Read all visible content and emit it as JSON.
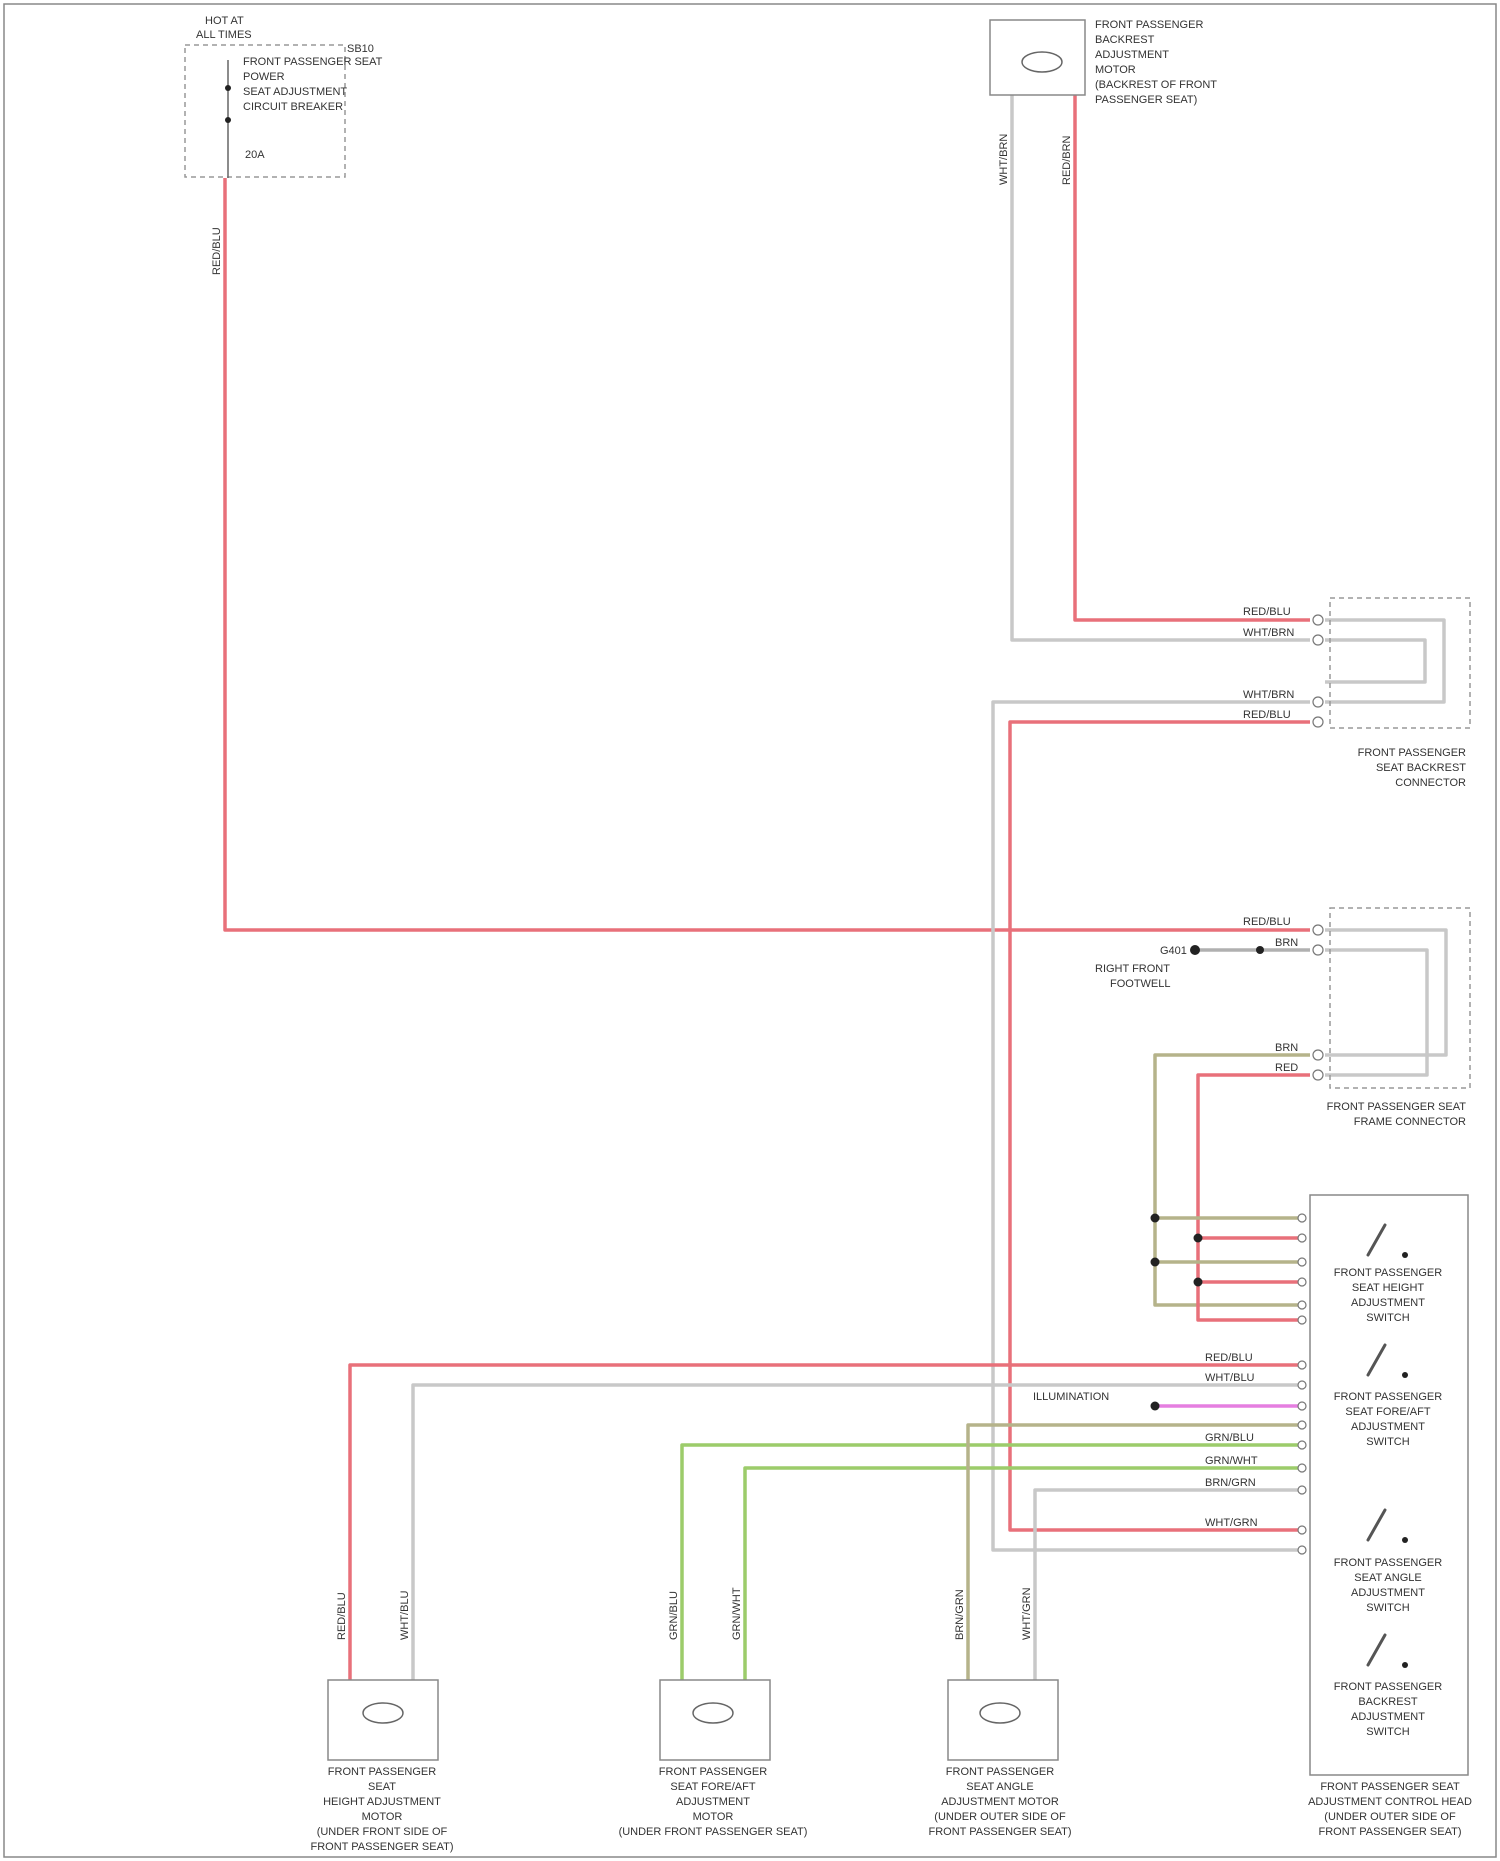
{
  "colors": {
    "red": "#e8707a",
    "white": "#c8c8c8",
    "green": "#9ccc6a",
    "olive": "#b5b38a",
    "pink": "#e57ee0",
    "grey": "#b0b0b0"
  },
  "components": {
    "fuse": {
      "name": [
        "FRONT PASSENGER SEAT",
        "POWER",
        "SEAT ADJUSTMENT",
        "CIRCUIT BREAKER"
      ],
      "header": [
        "HOT AT",
        "ALL TIMES"
      ],
      "fuse_id": [
        "SB10",
        "20A"
      ]
    },
    "backrest_motor": {
      "name": [
        "FRONT PASSENGER",
        "BACKREST",
        "ADJUSTMENT",
        "MOTOR",
        "(BACKREST OF FRONT",
        "PASSENGER SEAT)"
      ]
    },
    "connector_1": {
      "name": [
        "FRONT PASSENGER",
        "SEAT BACKREST",
        "CONNECTOR"
      ]
    },
    "connector_2": {
      "name": [
        "FRONT PASSENGER SEAT",
        "FRAME CONNECTOR"
      ]
    },
    "ground": {
      "name": [
        "RIGHT FRONT",
        "FOOTWELL"
      ]
    },
    "switch_module": {
      "switches": [
        [
          "FRONT PASSENGER",
          "SEAT HEIGHT",
          "ADJUSTMENT",
          "SWITCH"
        ],
        [
          "FRONT PASSENGER",
          "SEAT FORE/AFT",
          "ADJUSTMENT",
          "SWITCH"
        ],
        [
          "FRONT PASSENGER",
          "SEAT ANGLE",
          "ADJUSTMENT",
          "SWITCH"
        ],
        [
          "FRONT PASSENGER",
          "BACKREST",
          "ADJUSTMENT",
          "SWITCH"
        ]
      ],
      "name": [
        "FRONT PASSENGER SEAT",
        "ADJUSTMENT CONTROL HEAD",
        "(UNDER OUTER SIDE OF",
        "FRONT PASSENGER SEAT)"
      ]
    },
    "motor_height": {
      "name": [
        "FRONT PASSENGER",
        "SEAT",
        "HEIGHT ADJUSTMENT",
        "MOTOR",
        "(UNDER FRONT SIDE OF",
        "FRONT PASSENGER SEAT)"
      ]
    },
    "motor_foreaft": {
      "name": [
        "FRONT PASSENGER",
        "SEAT FORE/AFT",
        "ADJUSTMENT",
        "MOTOR",
        "(UNDER FRONT PASSENGER SEAT)"
      ]
    },
    "motor_angle": {
      "name": [
        "FRONT PASSENGER",
        "SEAT ANGLE",
        "ADJUSTMENT MOTOR",
        "(UNDER OUTER SIDE OF",
        "FRONT PASSENGER SEAT)"
      ]
    }
  },
  "wire_labels": {
    "fuse_out": "RED/BLU",
    "backrest_motor_left": "WHT/BRN",
    "backrest_motor_right": "RED/BRN",
    "conn1_a": "RED/BLU",
    "conn1_b": "WHT/BRN",
    "conn1_c": "WHT/BRN",
    "conn1_d": "RED/BLU",
    "conn2_a": "RED/BLU",
    "conn2_b": "BRN",
    "conn2_c": "BRN",
    "conn2_d": "RED",
    "illumination": "ILLUMINATION",
    "motor_a": "RED/BLU",
    "motor_b": "WHT/BLU",
    "motor_c": "GRN/BLU",
    "motor_d": "GRN/WHT",
    "motor_e": "BRN/GRN",
    "motor_f": "WHT/GRN",
    "ground_id": "G401"
  }
}
